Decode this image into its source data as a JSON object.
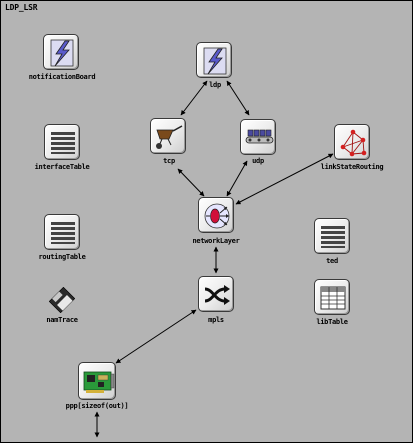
{
  "window": {
    "title": "LDP_LSR"
  },
  "nodes": {
    "notificationBoard": {
      "label": "notificationBoard",
      "icon": "lightning-bolt-icon"
    },
    "ldp": {
      "label": "ldp",
      "icon": "lightning-bolt-icon"
    },
    "tcp": {
      "label": "tcp",
      "icon": "wheelbarrow-icon"
    },
    "udp": {
      "label": "udp",
      "icon": "conveyor-icon"
    },
    "interfaceTable": {
      "label": "interfaceTable",
      "icon": "list-icon"
    },
    "linkStateRouting": {
      "label": "linkStateRouting",
      "icon": "network-graph-icon"
    },
    "networkLayer": {
      "label": "networkLayer",
      "icon": "router-icon"
    },
    "routingTable": {
      "label": "routingTable",
      "icon": "list-icon"
    },
    "ted": {
      "label": "ted",
      "icon": "list-icon"
    },
    "namTrace": {
      "label": "namTrace",
      "icon": "floppy-disk-icon"
    },
    "mpls": {
      "label": "mpls",
      "icon": "crossover-icon"
    },
    "libTable": {
      "label": "libTable",
      "icon": "table-icon"
    },
    "ppp": {
      "label": "ppp[sizeof(out)]",
      "icon": "network-card-icon"
    }
  },
  "connections": [
    [
      "ldp",
      "tcp"
    ],
    [
      "ldp",
      "udp"
    ],
    [
      "tcp",
      "networkLayer"
    ],
    [
      "udp",
      "networkLayer"
    ],
    [
      "linkStateRouting",
      "networkLayer"
    ],
    [
      "networkLayer",
      "mpls"
    ],
    [
      "mpls",
      "ppp"
    ],
    [
      "ppp",
      "out-gate"
    ]
  ],
  "colors": {
    "background": "#b4b4b4",
    "arrow": "#000000",
    "bolt": "#5a5acc",
    "card": "#2a9a3a"
  }
}
